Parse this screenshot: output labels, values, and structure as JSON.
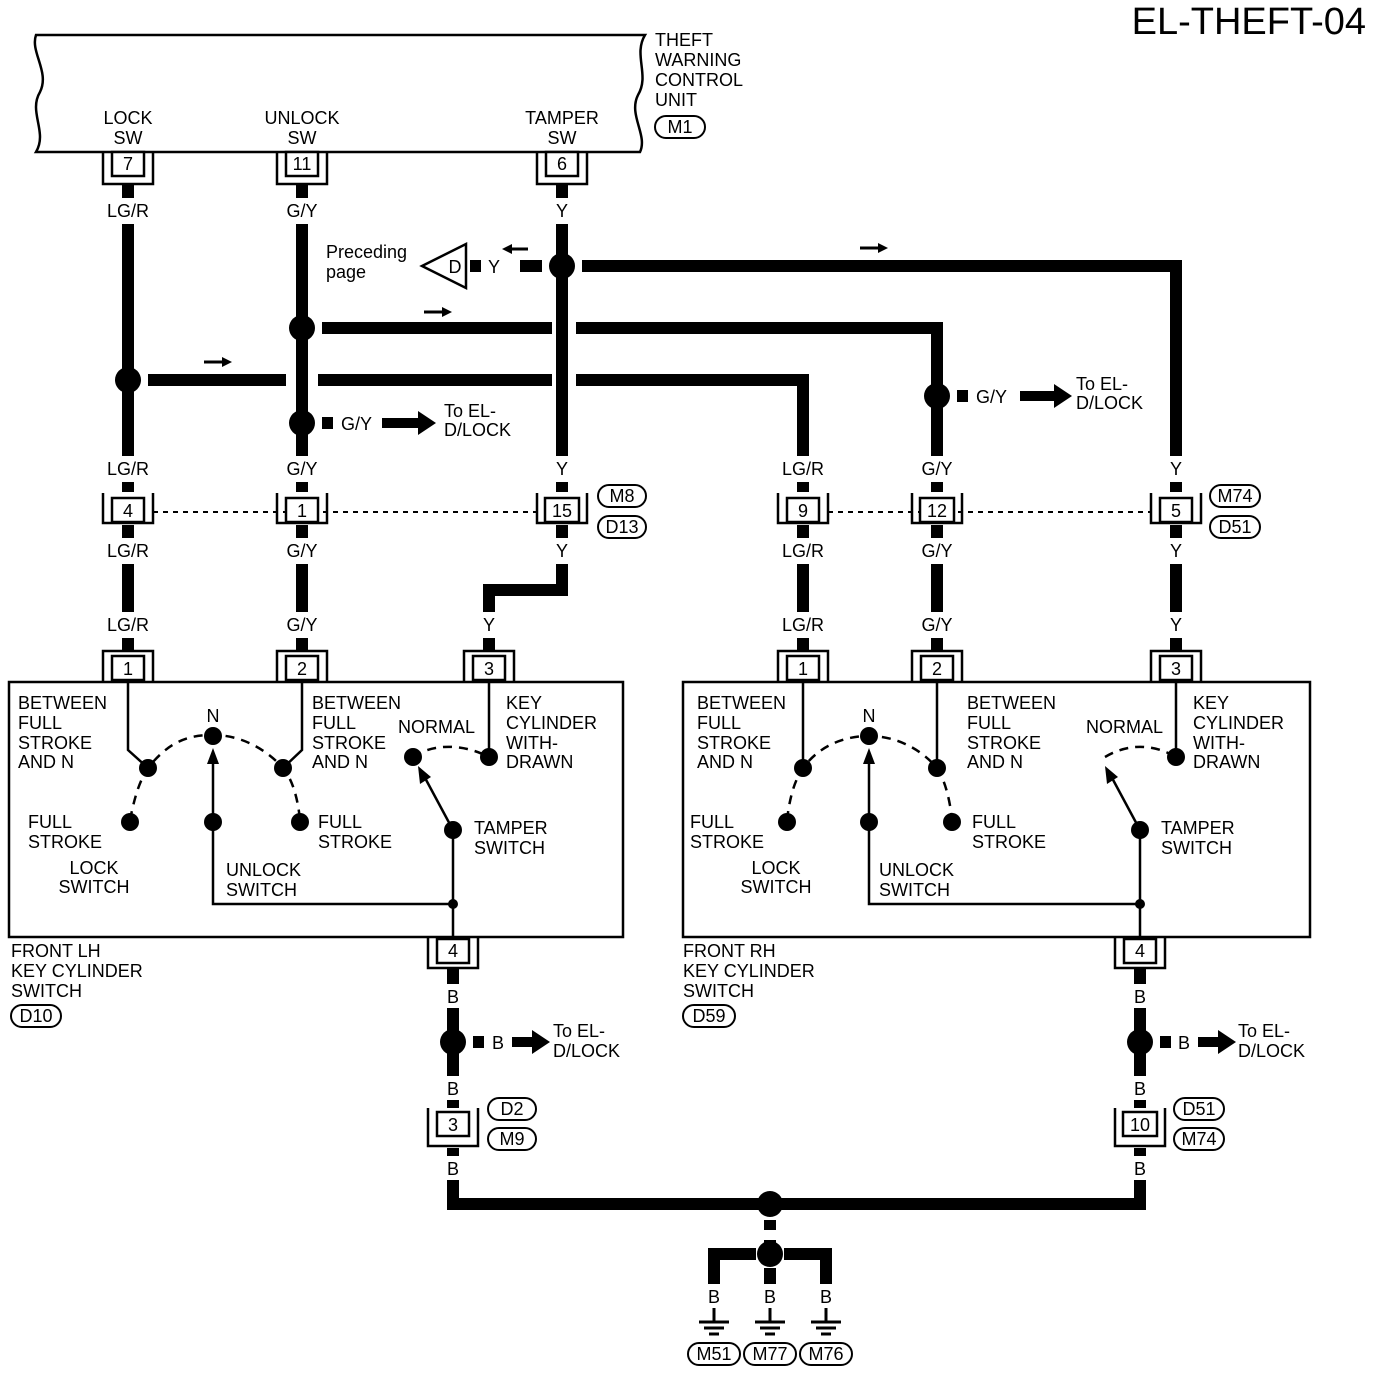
{
  "title": "EL-THEFT-04",
  "control_unit": {
    "name_lines": [
      "THEFT",
      "WARNING",
      "CONTROL",
      "UNIT"
    ],
    "connector": "M1",
    "pins": [
      {
        "num": "7",
        "label": [
          "LOCK",
          "SW"
        ],
        "wire": "LG/R"
      },
      {
        "num": "11",
        "label": [
          "UNLOCK",
          "SW"
        ],
        "wire": "G/Y"
      },
      {
        "num": "6",
        "label": [
          "TAMPER",
          "SW"
        ],
        "wire": "Y"
      }
    ]
  },
  "preceding": {
    "lines": [
      "Preceding",
      "page"
    ],
    "connector": "D",
    "wire": "Y"
  },
  "to_el_dlock": {
    "lines": [
      "To EL-",
      "D/LOCK"
    ],
    "wire_gy": "G/Y",
    "wire_b": "B"
  },
  "wire_labels": {
    "lgr": "LG/R",
    "gy": "G/Y",
    "y": "Y",
    "b": "B"
  },
  "mid_connectors": {
    "left": {
      "pins": [
        "4",
        "1",
        "15"
      ],
      "ids": [
        "M8",
        "D13"
      ]
    },
    "right": {
      "pins": [
        "9",
        "12",
        "5"
      ],
      "ids": [
        "M74",
        "D51"
      ]
    }
  },
  "switch_pins": [
    "1",
    "2",
    "3",
    "4"
  ],
  "switch_labels": {
    "between": [
      "BETWEEN",
      "FULL",
      "STROKE",
      "AND N"
    ],
    "n": "N",
    "normal": "NORMAL",
    "withdrawn": [
      "KEY",
      "CYLINDER",
      "WITH-",
      "DRAWN"
    ],
    "full_stroke": [
      "FULL",
      "STROKE"
    ],
    "lock_switch": [
      "LOCK",
      "SWITCH"
    ],
    "unlock_switch": [
      "UNLOCK",
      "SWITCH"
    ],
    "tamper_switch": [
      "TAMPER",
      "SWITCH"
    ]
  },
  "lh_switch": {
    "lines": [
      "FRONT LH",
      "KEY CYLINDER",
      "SWITCH"
    ],
    "connector": "D10"
  },
  "rh_switch": {
    "lines": [
      "FRONT RH",
      "KEY CYLINDER",
      "SWITCH"
    ],
    "connector": "D59"
  },
  "ground_connectors": {
    "left": {
      "pin": "3",
      "ids": [
        "D2",
        "M9"
      ]
    },
    "right": {
      "pin": "10",
      "ids": [
        "D51",
        "M74"
      ]
    }
  },
  "grounds": [
    "M51",
    "M77",
    "M76"
  ]
}
